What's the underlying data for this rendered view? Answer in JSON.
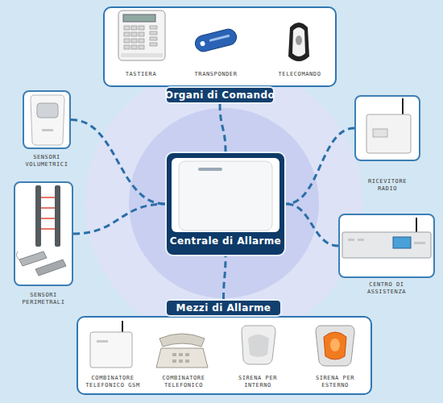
{
  "diagram": {
    "nodes": [
      {
        "text": [
          "Organi di Comando"
        ]
      },
      {
        "text": [
          "SENSORI VOLUMETRICI"
        ]
      },
      {
        "text": [
          "RICEVITORE RADIO"
        ]
      },
      {
        "text": [
          "Centrale di Allarme"
        ]
      },
      {
        "text": [
          "SENSORI PERIMETRALI"
        ]
      },
      {
        "text": [
          "CENTRO DI ASSISTENZA"
        ]
      },
      {
        "text": [
          "Mezzi di Allarme"
        ]
      }
    ],
    "edges": [
      {
        "from": 0,
        "to": 3,
        "arrow": "none"
      },
      {
        "from": 1,
        "to": 3,
        "arrow": "none"
      },
      {
        "from": 2,
        "to": 3,
        "arrow": "none"
      },
      {
        "from": 4,
        "to": 3,
        "arrow": "none"
      },
      {
        "from": 5,
        "to": 3,
        "arrow": "none"
      },
      {
        "from": 6,
        "to": 3,
        "arrow": "none"
      }
    ],
    "labels": [
      "TASTIERA",
      "TRANSPONDER",
      "TELECOMANDO",
      "COMBINATORE TELEFONICO GSM",
      "COMBINATORE TELEFONICO",
      "SIRENA PER INTERNO",
      "SIRENA PER ESTERNO"
    ]
  }
}
